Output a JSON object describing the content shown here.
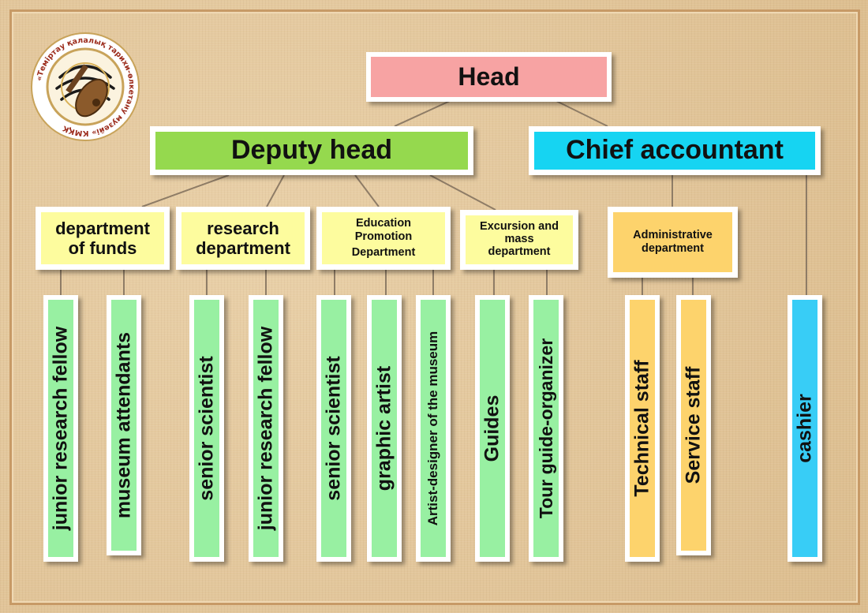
{
  "logo": {
    "ring_text": "«Теміртау қалалық тарихи-өлкетану музейі» КМҚК",
    "colors": {
      "ring": "#ffffff",
      "accent": "#8b5a2b",
      "dark": "#1a1a1a"
    }
  },
  "top": {
    "label": "Head"
  },
  "deputy": {
    "label": "Deputy head",
    "departments": [
      {
        "label_lines": [
          "department",
          "of funds"
        ],
        "staff": [
          "junior research fellow",
          "museum attendants"
        ]
      },
      {
        "label_lines": [
          "research",
          "department"
        ],
        "staff": [
          "senior scientist",
          "junior research fellow"
        ]
      },
      {
        "label_lines": [
          "Education",
          "Promotion",
          "Department"
        ],
        "staff": [
          "senior scientist",
          "graphic artist",
          "Artist-designer of the museum"
        ]
      },
      {
        "label_lines": [
          "Excursion and",
          "mass",
          "department"
        ],
        "staff": [
          "Guides",
          "Tour guide-organizer"
        ]
      }
    ]
  },
  "accountant": {
    "label": "Chief accountant",
    "departments": [
      {
        "label_lines": [
          "Administrative",
          "department"
        ],
        "staff": [
          "Technical staff",
          "Service staff"
        ]
      }
    ],
    "direct_staff": [
      "cashier"
    ]
  },
  "colors": {
    "head": "#f7a3a3",
    "deputy": "#95d94e",
    "accountant": "#16d4f2",
    "department": "#fdfc9e",
    "admin": "#fdd36c",
    "staff_deputy": "#98f0a2",
    "staff_admin": "#fdd36c",
    "staff_cashier": "#38cdf6",
    "connector": "#8e7c66"
  }
}
